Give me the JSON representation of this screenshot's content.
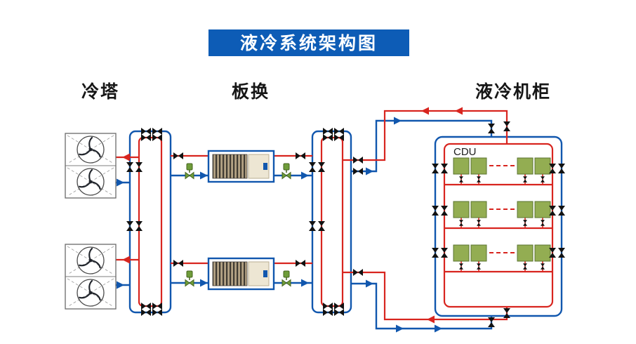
{
  "title": "液冷系统架构图",
  "labels": {
    "cooling_tower": "冷塔",
    "plate_heat_exchanger": "板换",
    "liquid_cooling_cabinet": "液冷机柜",
    "cdu": "CDU"
  },
  "colors": {
    "hot_pipe_red": "#d8251f",
    "cold_pipe_blue": "#1157ae",
    "title_banner_bg": "#0d5cb6",
    "title_text": "#ffffff",
    "pump_green": "#6f9d3a",
    "server_green": "#93ad52",
    "valve_black": "#121212",
    "canvas_bg": "#ffffff"
  },
  "icons": {
    "valve": "isolation-valve-icon (black bowtie)",
    "pump": "green-pump-valve-icon",
    "fan": "cooling-tower-fan-icon",
    "arrow": "flow-direction-arrow-icon"
  }
}
